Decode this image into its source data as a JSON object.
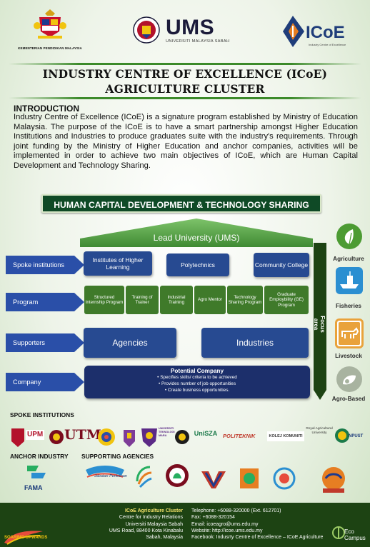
{
  "header": {
    "kpm_text": "KEMENTERIAN PENDIDIKAN MALAYSIA",
    "ums_word": "UMS",
    "ums_sub": "UNIVERSITI MALAYSIA SABAH",
    "icoe_word": "ICoE",
    "icoe_sub": "Industry Centre of Excellence"
  },
  "title": {
    "line1": "INDUSTRY CENTRE OF EXCELLENCE (ICoE)",
    "line2": "AGRICULTURE CLUSTER"
  },
  "intro": {
    "heading": "INTRODUCTION",
    "body": "Industry Centre of Excellence (ICoE) is a signature program established by Ministry of Education Malaysia. The purpose of the ICoE is to have a smart partnership amongst Higher Education Institutions and Industries to produce graduates suite with the industry's requirements. Through joint funding by the Ministry of Higher Education and anchor companies, activities will be implemented in order to achieve two main objectives of ICoE, which are Human Capital Development and Technology Sharing."
  },
  "diagram": {
    "banner": "HUMAN CAPITAL DEVELOPMENT & TECHNOLOGY SHARING",
    "lead": "Lead University (UMS)",
    "rows": {
      "spoke": "Spoke institutions",
      "program": "Program",
      "supporters": "Supporters",
      "company": "Company"
    },
    "spoke_boxes": [
      "Institutes of Higher Learning",
      "Polytechnics",
      "Community College"
    ],
    "programs": [
      "Structured Internship Program",
      "Training of Trainer",
      "Industrial Training",
      "Agro Mentor",
      "Technology Sharing Program",
      "Graduate Employbility (GE) Program"
    ],
    "supporters": [
      "Agencies",
      "Industries"
    ],
    "company": {
      "title": "Potential Company",
      "points": [
        "Specifies skills/ criteria to be achieved",
        "Provides number of job opportunities",
        "Create business opportunities."
      ]
    },
    "focus_label": "Focus area",
    "focus_areas": [
      "Agriculture",
      "Fisheries",
      "Livestock",
      "Agro-Based"
    ]
  },
  "logos": {
    "spoke_heading": "SPOKE INSTITUTIONS",
    "anchor_heading": "ANCHOR INDUSTRY",
    "supporting_heading": "SUPPORTING AGENCIES",
    "spoke_names": [
      "UPM",
      "UTM",
      "UiTM",
      "UniSZA",
      "POLITEKNIK",
      "KOLEJ KOMUNITI",
      "Royal Agricultural University",
      "NPUST"
    ],
    "fama": "FAMA",
    "jabatan": "Jabatan Perikanan",
    "uitm_text": "UNIVERSITI TEKNOLOGI MARA",
    "upm_text": "UPM",
    "utm_text": "UTM"
  },
  "footer": {
    "cluster": "ICoE Agriculture Cluster",
    "left_lines": [
      "Centre for Industry Relations",
      "Universiti Malaysia Sabah",
      "UMS Road, 88400 Kota Kinabalu",
      "Sabah, Malaysia"
    ],
    "right_lines": [
      "Telephone: +6088-320000 (Ext. 612701)",
      "Fax: +6088-320154",
      "Email: icoeagro@ums.edu.my",
      "Website: http://icoe.ums.edu.my",
      "Facebook: Indusrty Centre of Excellence – ICoE Agriculture"
    ],
    "sustain": "SOARING UPWARDS",
    "eco": "Eco Campus"
  },
  "colors": {
    "accent_green": "#0f4a26",
    "box_blue": "#274a91",
    "company_navy": "#1c2f6b",
    "program_green": "#3f7a2a",
    "footer": "#1d4313"
  }
}
